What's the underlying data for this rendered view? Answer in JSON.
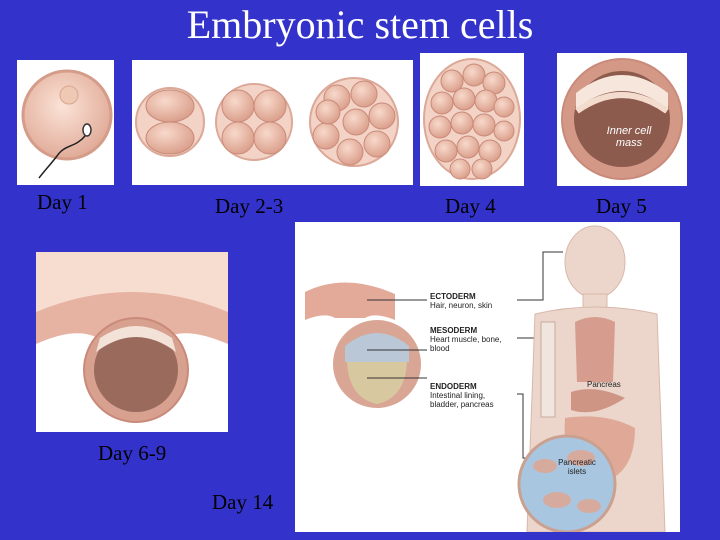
{
  "title": "Embryonic stem cells",
  "stages": {
    "day1": "Day 1",
    "day2_3": "Day 2-3",
    "day4": "Day 4",
    "day5": "Day 5",
    "day6_9": "Day 6-9",
    "day14": "Day 14"
  },
  "blastocyst_label": "Inner cell mass",
  "germ_layers": [
    {
      "name": "ECTODERM",
      "desc": "Hair, neuron, skin"
    },
    {
      "name": "MESODERM",
      "desc": "Heart muscle, bone, blood"
    },
    {
      "name": "ENDODERM",
      "desc": "Intestinal lining, bladder, pancreas"
    }
  ],
  "organ_labels": {
    "pancreas": "Pancreas",
    "islets": "Pancreatic islets"
  },
  "colors": {
    "background": "#3333cc",
    "title": "#ffffff",
    "cell": "#e8b7a8",
    "cell_dark": "#c98a7a"
  }
}
